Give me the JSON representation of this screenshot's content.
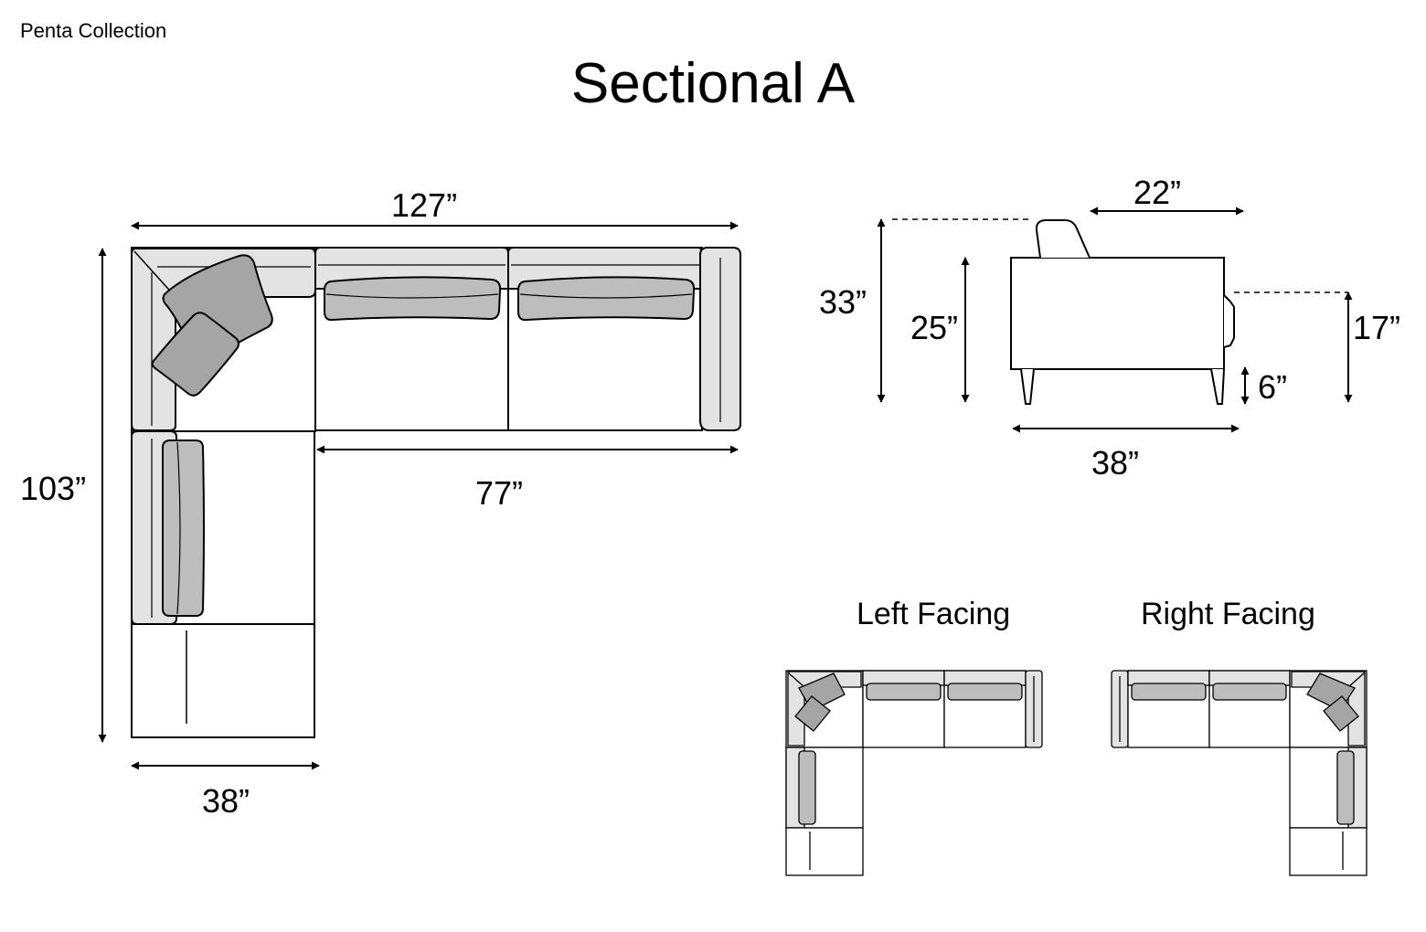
{
  "brand": "Penta Collection",
  "title": "Sectional A",
  "top_view": {
    "overall_width": "127”",
    "overall_depth": "103”",
    "sofa_length": "77”",
    "chaise_width": "38”"
  },
  "side_view": {
    "back_cushion_depth": "22”",
    "total_height": "33”",
    "back_height": "25”",
    "arm_height": "17”",
    "leg_height": "6”",
    "depth": "38”"
  },
  "configurations": {
    "left_label": "Left Facing",
    "right_label": "Right Facing"
  },
  "colors": {
    "line": "#000000",
    "frame_fill": "#e3e3e3",
    "cushion_fill": "#bdbdbd",
    "pillow_fill": "#a5a5a5"
  }
}
